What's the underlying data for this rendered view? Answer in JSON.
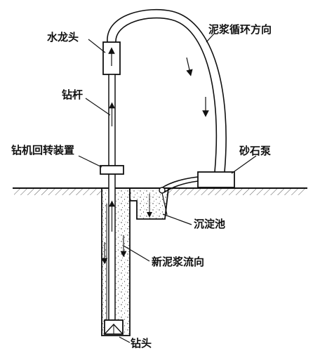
{
  "labels": {
    "faucet": "水龙头",
    "drill_rod": "钻杆",
    "rotary_device": "钻机回转装置",
    "mud_direction": "泥浆循环方向",
    "sand_pump": "砂石泵",
    "settling_tank": "沉淀池",
    "new_mud_flow": "新泥浆流向",
    "drill_bit": "钻头"
  },
  "colors": {
    "ink": "#111111",
    "paper": "#ffffff"
  }
}
